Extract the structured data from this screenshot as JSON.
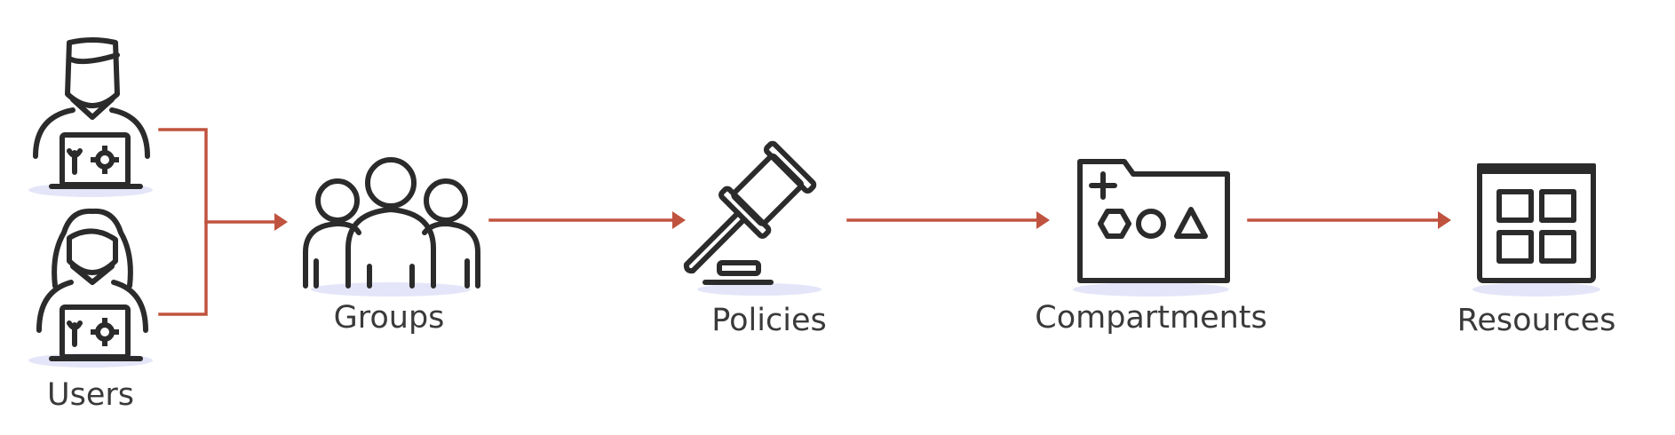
{
  "nodes": {
    "users": {
      "label": "Users",
      "icon": "user-icon"
    },
    "groups": {
      "label": "Groups",
      "icon": "group-icon"
    },
    "policies": {
      "label": "Policies",
      "icon": "gavel-icon"
    },
    "compartments": {
      "label": "Compartments",
      "icon": "folder-icon"
    },
    "resources": {
      "label": "Resources",
      "icon": "grid-icon"
    }
  },
  "edges": [
    {
      "from": "users",
      "to": "groups"
    },
    {
      "from": "groups",
      "to": "policies"
    },
    {
      "from": "policies",
      "to": "compartments"
    },
    {
      "from": "compartments",
      "to": "resources"
    }
  ],
  "colors": {
    "connector": "#c0533f",
    "icon": "#2b2b2b",
    "label": "#3a3a3a"
  }
}
